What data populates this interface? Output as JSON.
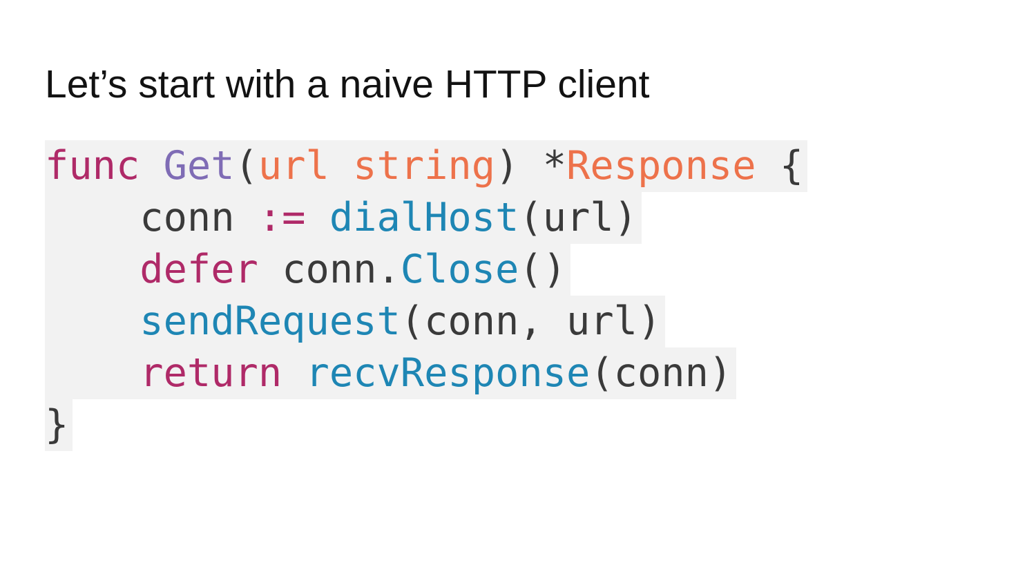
{
  "slide": {
    "title": "Let’s start with a naive HTTP client"
  },
  "colors": {
    "page-bg": "#FFFFFF",
    "title": "#121212",
    "code-bg": "#F2F2F2",
    "plain": "#3A3A3A",
    "keyword": "#AF2A68",
    "name": "#7F6CB5",
    "type": "#ED724B",
    "call": "#1E86B4"
  },
  "code": {
    "language": "go",
    "lines": [
      {
        "tokens": [
          [
            "keyword",
            "func"
          ],
          [
            "plain",
            " "
          ],
          [
            "name",
            "Get"
          ],
          [
            "plain",
            "("
          ],
          [
            "type",
            "url string"
          ],
          [
            "plain",
            ") *"
          ],
          [
            "type",
            "Response"
          ],
          [
            "plain",
            " {"
          ]
        ]
      },
      {
        "tokens": [
          [
            "plain",
            "    conn "
          ],
          [
            "keyword",
            ":="
          ],
          [
            "plain",
            " "
          ],
          [
            "call",
            "dialHost"
          ],
          [
            "plain",
            "(url)"
          ]
        ]
      },
      {
        "tokens": [
          [
            "plain",
            "    "
          ],
          [
            "keyword",
            "defer"
          ],
          [
            "plain",
            " conn."
          ],
          [
            "call",
            "Close"
          ],
          [
            "plain",
            "()"
          ]
        ]
      },
      {
        "tokens": [
          [
            "plain",
            "    "
          ],
          [
            "call",
            "sendRequest"
          ],
          [
            "plain",
            "(conn, url)"
          ]
        ]
      },
      {
        "tokens": [
          [
            "plain",
            "    "
          ],
          [
            "keyword",
            "return"
          ],
          [
            "plain",
            " "
          ],
          [
            "call",
            "recvResponse"
          ],
          [
            "plain",
            "(conn)"
          ]
        ]
      },
      {
        "tokens": [
          [
            "plain",
            "}"
          ]
        ]
      }
    ]
  }
}
